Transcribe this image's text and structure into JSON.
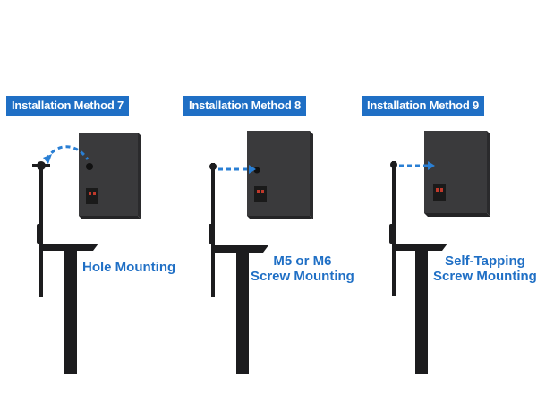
{
  "colors": {
    "accent": "#1f6fc5",
    "speaker_body": "#3a3a3c",
    "speaker_side": "#2a2a2c",
    "stand": "#1c1c1e",
    "arrow": "#2a7fd4"
  },
  "panels": [
    {
      "badge": "Installation Method 7",
      "caption_lines": [
        "Hole Mounting"
      ],
      "icon": "speaker-keyhole-icon"
    },
    {
      "badge": "Installation Method 8",
      "caption_lines": [
        "M5 or M6",
        "Screw Mounting"
      ],
      "icon": "speaker-screw-icon"
    },
    {
      "badge": "Installation Method 9",
      "caption_lines": [
        "Self-Tapping",
        "Screw Mounting"
      ],
      "icon": "speaker-self-tapping-icon"
    }
  ]
}
